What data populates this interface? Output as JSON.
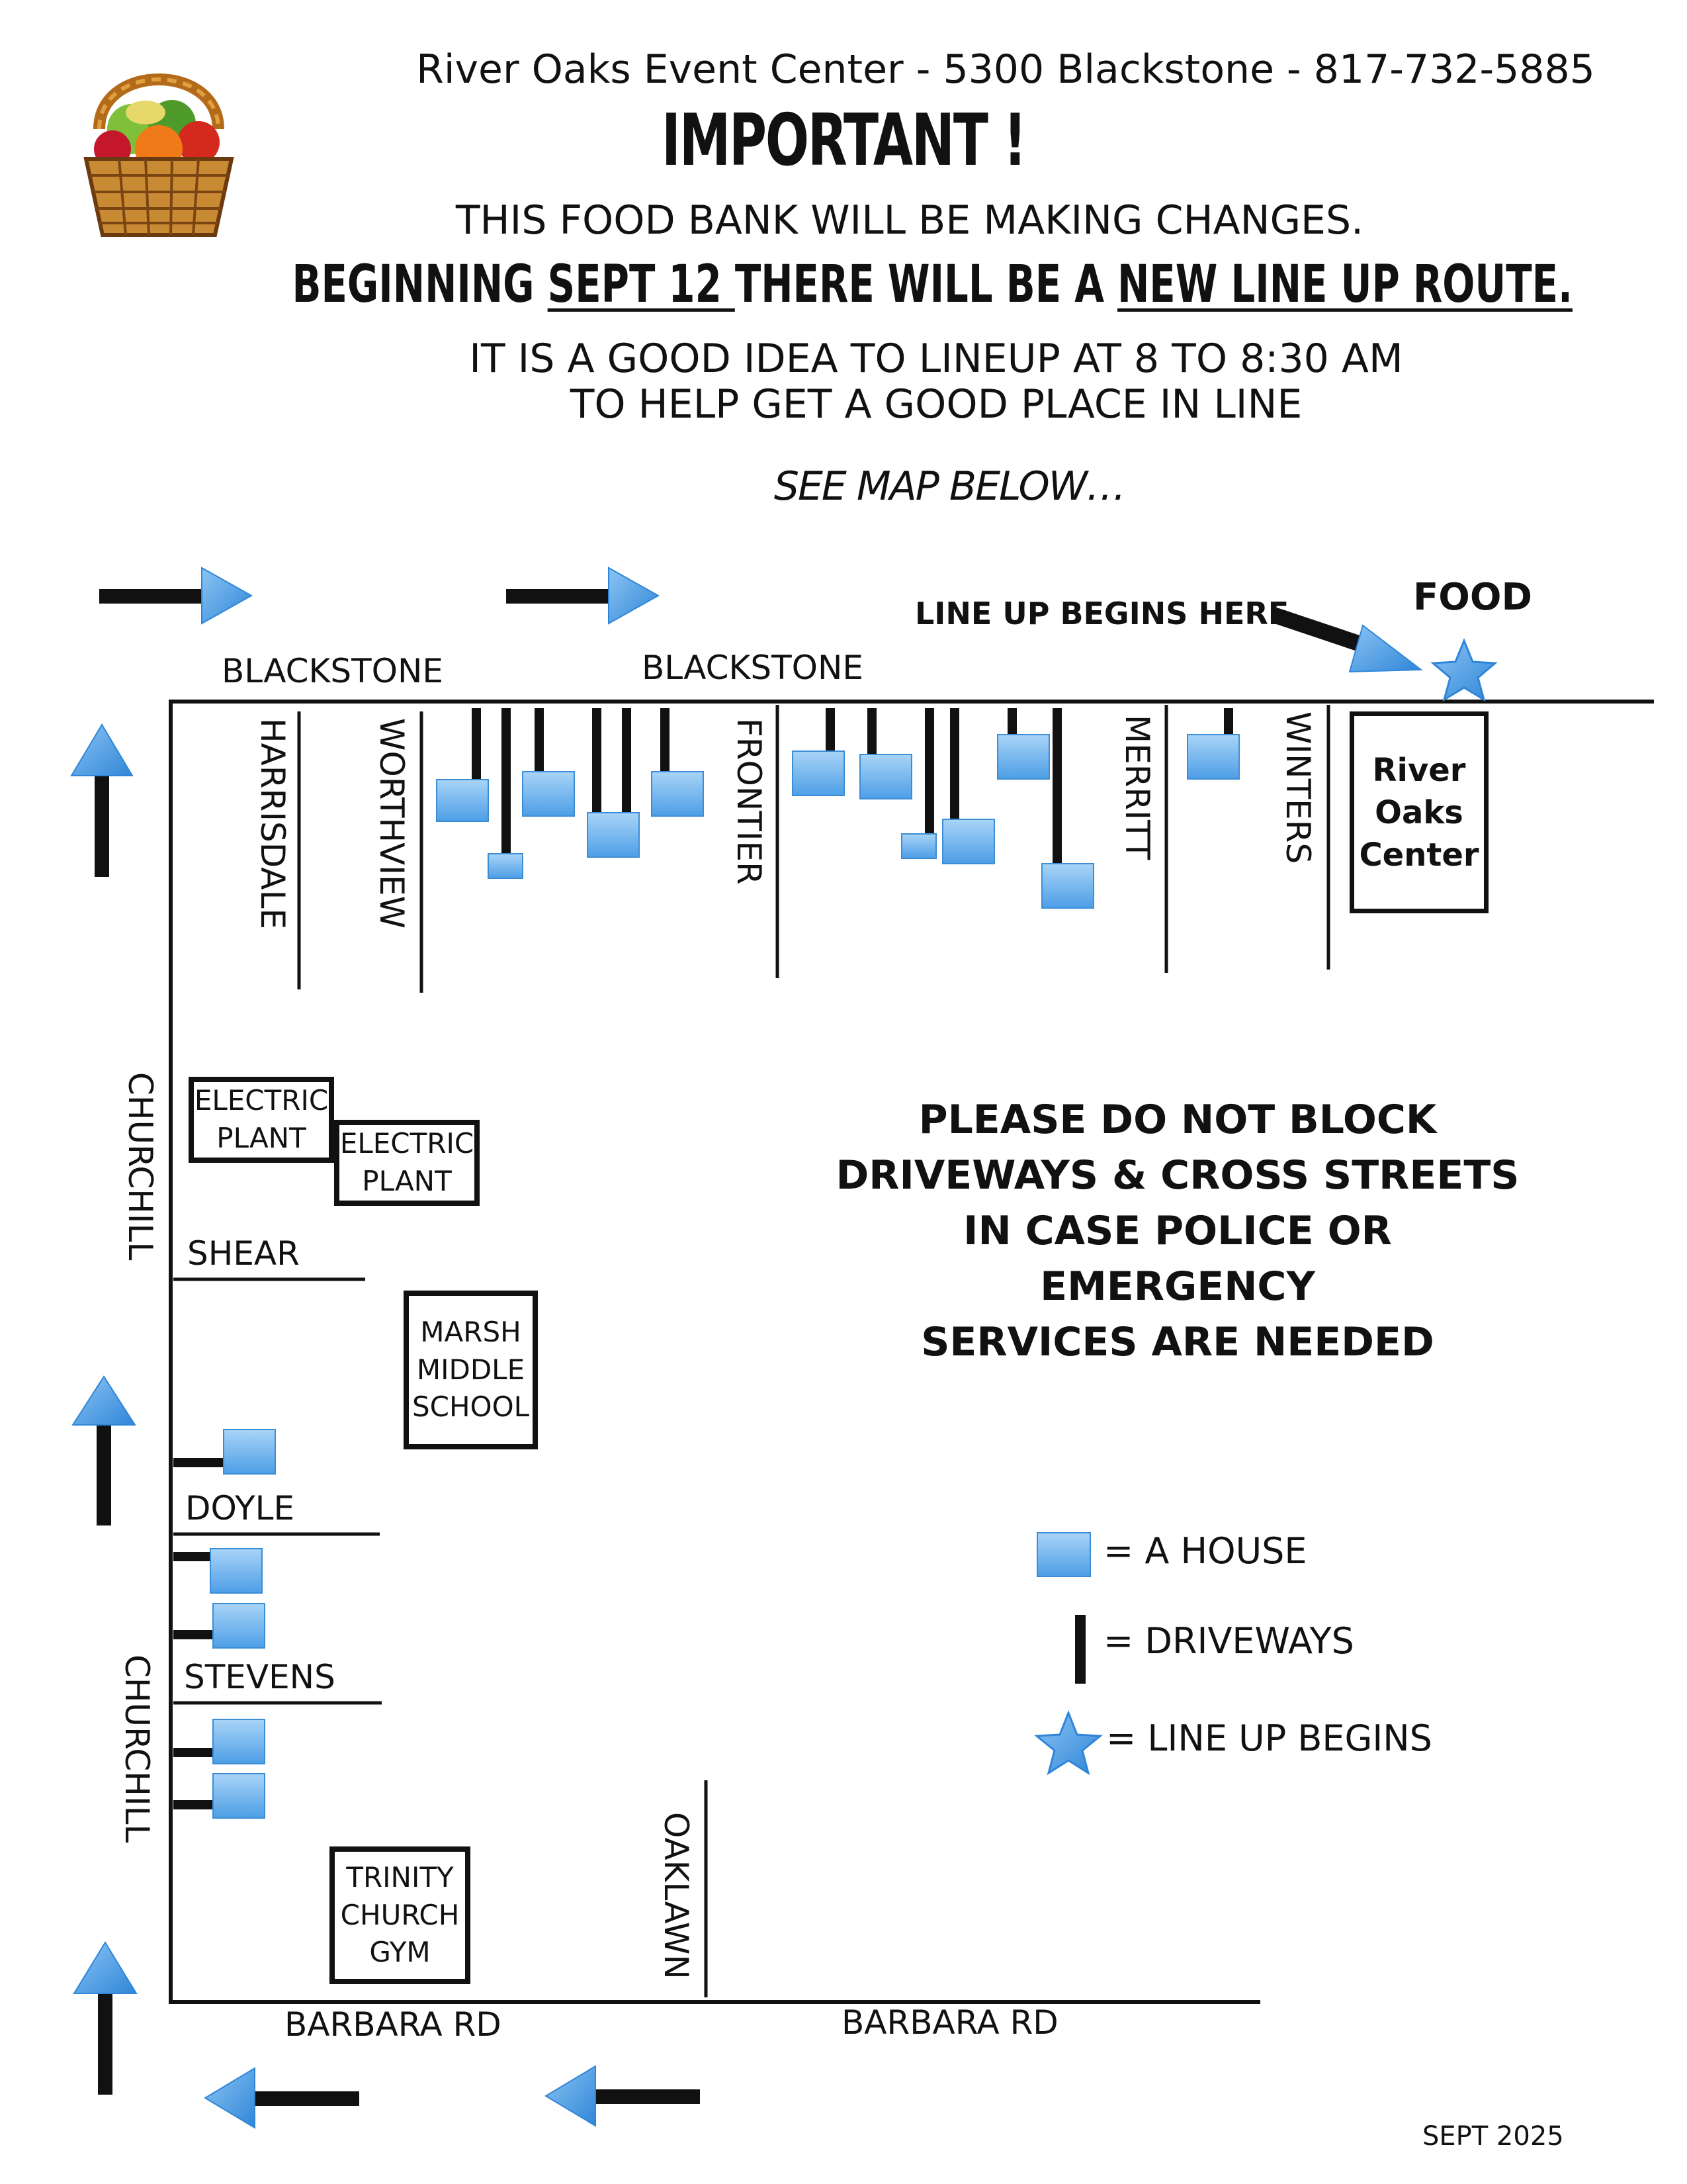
{
  "header": {
    "address_line": "River Oaks Event Center  -  5300 Blackstone  -  817-732-5885",
    "important": "IMPORTANT !",
    "changes": "THIS FOOD BANK WILL BE MAKING CHANGES.",
    "route_part1": "BEGINNING ",
    "route_date": "SEPT 12 ",
    "route_part2": "THERE WILL BE A ",
    "route_new": "NEW LINE UP ROUTE.",
    "tip_line1": "IT IS A GOOD IDEA TO LINEUP AT 8 TO 8:30 AM",
    "tip_line2": "TO HELP GET A GOOD PLACE IN LINE",
    "see_map": "SEE MAP BELOW…"
  },
  "map": {
    "line_up_begins_here": "LINE UP BEGINS HERE",
    "food": "FOOD",
    "streets": {
      "blackstone_1": "BLACKSTONE",
      "blackstone_2": "BLACKSTONE",
      "harrisdale": "HARRISDALE",
      "worthview": "WORTHVIEW",
      "frontier": "FRONTIER",
      "merritt": "MERRITT",
      "winters": "WINTERS",
      "churchill_1": "CHURCHILL",
      "churchill_2": "CHURCHILL",
      "shear": "SHEAR",
      "doyle": "DOYLE",
      "stevens": "STEVENS",
      "oaklawn": "OAKLAWN",
      "barbara_1": "BARBARA  RD",
      "barbara_2": "BARBARA  RD"
    },
    "buildings": {
      "river_oaks": [
        "River",
        "Oaks",
        "Center"
      ],
      "electric_1": [
        "ELECTRIC",
        "PLANT"
      ],
      "electric_2": [
        "ELECTRIC",
        "PLANT"
      ],
      "marsh": [
        "MARSH",
        "MIDDLE",
        "SCHOOL"
      ],
      "trinity": [
        "TRINITY",
        "CHURCH",
        "GYM"
      ]
    },
    "notice": [
      "PLEASE  DO NOT BLOCK",
      "DRIVEWAYS  &  CROSS  STREETS",
      "IN CASE POLICE OR EMERGENCY",
      "SERVICES ARE NEEDED"
    ]
  },
  "legend": {
    "house": "=  A HOUSE",
    "driveways": "=   DRIVEWAYS",
    "line_up": "=   LINE UP BEGINS"
  },
  "footer": {
    "date": "SEPT 2025"
  },
  "colors": {
    "house_blue": "#5aa8ea",
    "arrow_blue": "#4a9be3",
    "ink": "#111111"
  },
  "icons": {
    "logo": "basket-of-produce-icon",
    "star": "star-icon"
  }
}
